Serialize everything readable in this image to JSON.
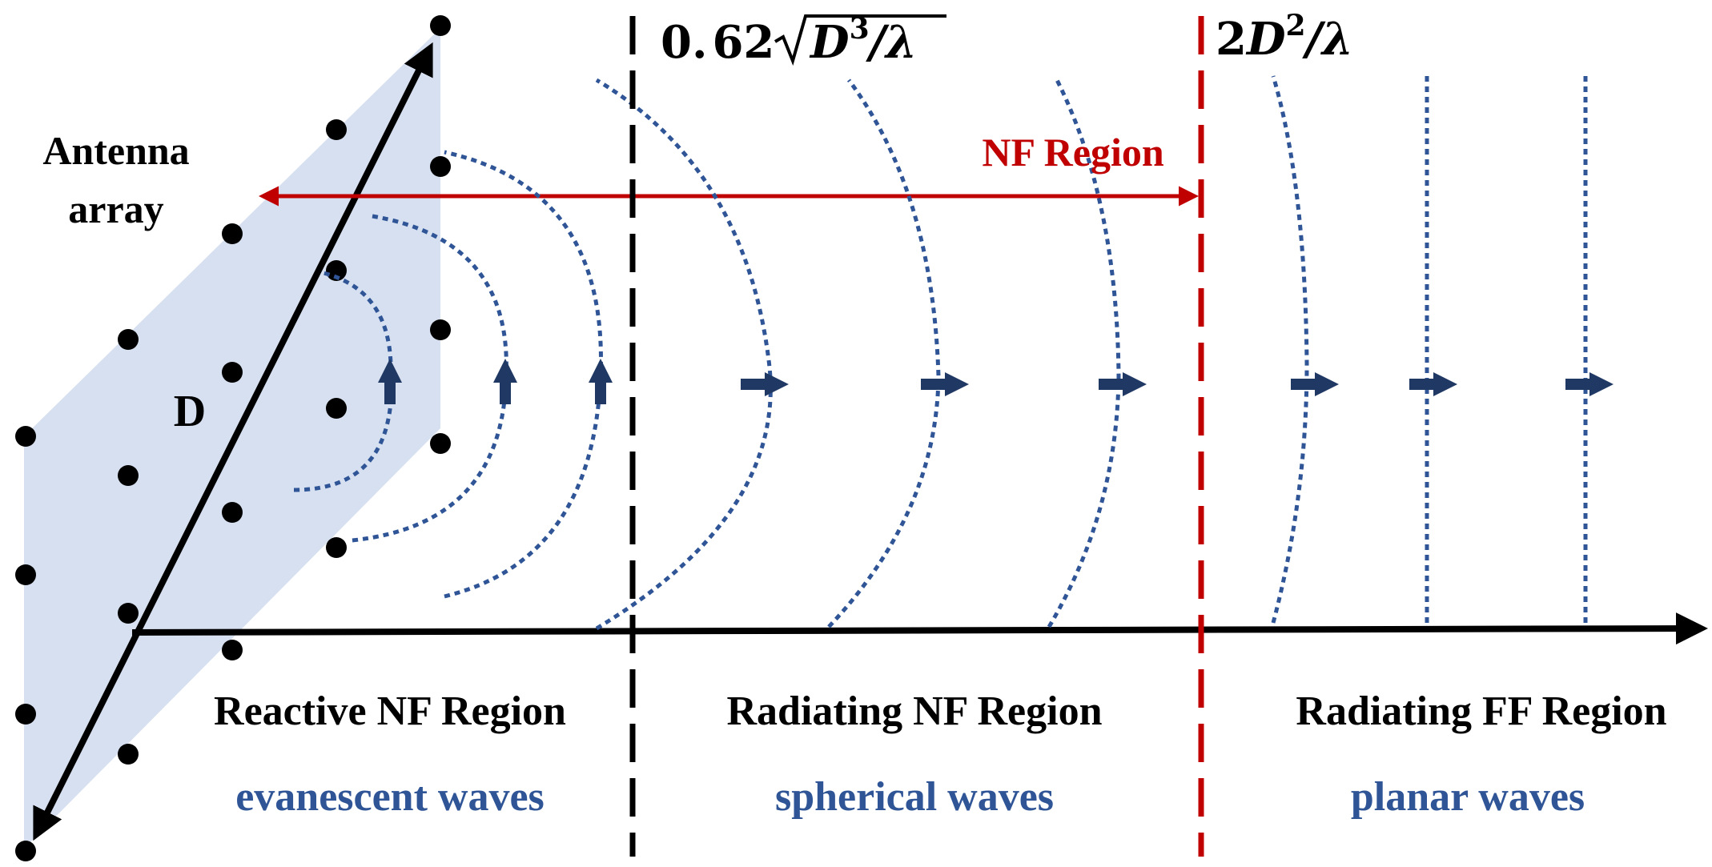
{
  "labels": {
    "antenna_line1": "Antenna",
    "antenna_line2": "array",
    "dimension": "D",
    "nf_region": "NF Region",
    "reactive_region": "Reactive NF Region",
    "radiating_nf_region": "Radiating NF Region",
    "radiating_ff_region": "Radiating FF Region",
    "evanescent": "evanescent waves",
    "spherical": "spherical waves",
    "planar": "planar waves"
  },
  "boundaries": {
    "inner_coef": "0.",
    "inner_coef2": "62",
    "inner_radicand": "D",
    "inner_exp": "3",
    "inner_div": "/λ",
    "outer_coef": "2",
    "outer_var": "D",
    "outer_exp": "2",
    "outer_div": "/λ"
  },
  "colors": {
    "black": "#000000",
    "red": "#C00000",
    "wave_blue": "#2F5597",
    "arrow_navy": "#1F3864",
    "label_blue": "#2F5597",
    "panel_fill": "#D6E0F0"
  }
}
